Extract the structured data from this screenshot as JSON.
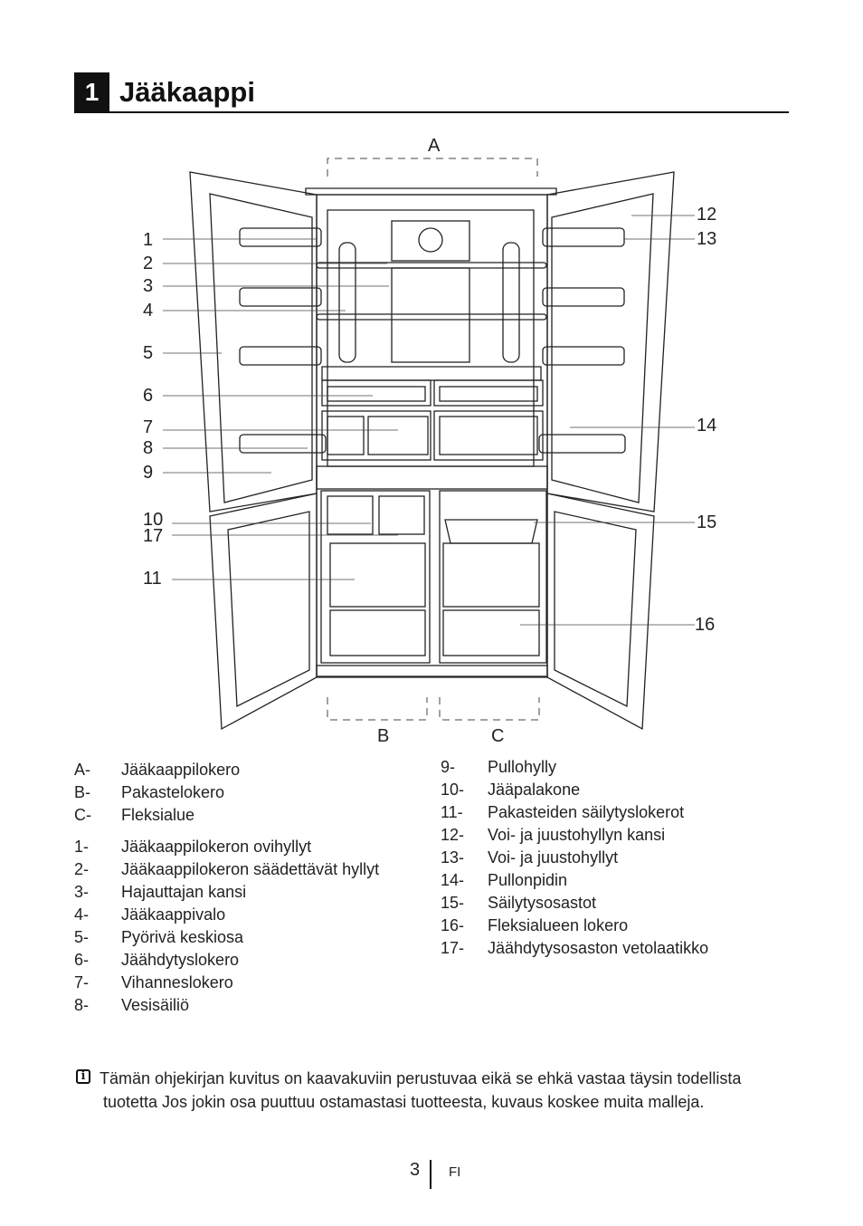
{
  "section": {
    "number": "1",
    "title": "Jääkaappi"
  },
  "diagram": {
    "zone_labels": {
      "a": "A",
      "b": "B",
      "c": "C"
    },
    "callouts_left": [
      "1",
      "2",
      "3",
      "4",
      "5",
      "6",
      "7",
      "8",
      "9",
      "10",
      "17",
      "11"
    ],
    "callouts_right": [
      "12",
      "13",
      "14",
      "15",
      "16"
    ]
  },
  "legend_left_zones": [
    {
      "code": "A-",
      "text": "Jääkaappilokero"
    },
    {
      "code": "B-",
      "text": "Pakastelokero"
    },
    {
      "code": "C-",
      "text": "Fleksialue"
    }
  ],
  "legend_left_items": [
    {
      "code": "1-",
      "text": "Jääkaappilokeron ovihyllyt"
    },
    {
      "code": "2-",
      "text": "Jääkaappilokeron säädettävät hyllyt"
    },
    {
      "code": "3-",
      "text": "Hajauttajan kansi"
    },
    {
      "code": "4-",
      "text": "Jääkaappivalo"
    },
    {
      "code": "5-",
      "text": "Pyörivä keskiosa"
    },
    {
      "code": "6-",
      "text": "Jäähdytyslokero"
    },
    {
      "code": "7-",
      "text": "Vihanneslokero"
    },
    {
      "code": "8-",
      "text": "Vesisäiliö"
    }
  ],
  "legend_right_items": [
    {
      "code": "9-",
      "text": "Pullohylly"
    },
    {
      "code": "10-",
      "text": "Jääpalakone"
    },
    {
      "code": "11-",
      "text": "Pakasteiden säilytyslokerot"
    },
    {
      "code": "12-",
      "text": "Voi- ja juustohyllyn kansi"
    },
    {
      "code": "13-",
      "text": "Voi- ja juustohyllyt"
    },
    {
      "code": "14-",
      "text": "Pullonpidin"
    },
    {
      "code": "15-",
      "text": "Säilytysosastot"
    },
    {
      "code": "16-",
      "text": "Fleksialueen lokero"
    },
    {
      "code": "17-",
      "text": "Jäähdytysosaston vetolaatikko"
    }
  ],
  "note": {
    "icon": "info-icon",
    "line1": "Tämän ohjekirjan kuvitus on kaavakuviin perustuvaa eikä se ehkä vastaa täysin todellista",
    "line2": "tuotetta Jos jokin osa puuttuu ostamastasi tuotteesta, kuvaus koskee muita malleja."
  },
  "footer": {
    "page": "3",
    "language": "FI"
  }
}
